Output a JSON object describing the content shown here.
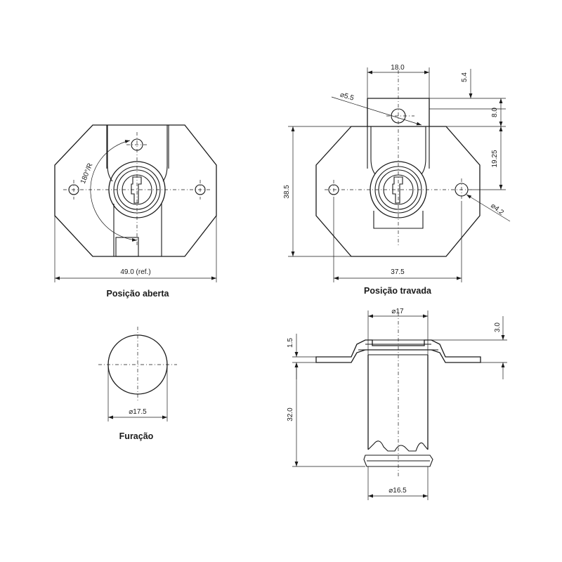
{
  "captions": {
    "open": "Posição aberta",
    "locked": "Posição travada",
    "drilling": "Furação"
  },
  "dimensions": {
    "open_width": "49.0 (ref.)",
    "rotation": "180°/R",
    "locked_top_width": "18.0",
    "locked_top_offset": "5.4",
    "locked_hole_dia": "⌀5.5",
    "locked_hole_pitch": "8.0",
    "locked_key_offset": "19.25",
    "locked_height": "38.5",
    "locked_screw_dia": "⌀4.2",
    "locked_screw_span": "37.5",
    "drill_dia": "⌀17.5",
    "side_top_dia": "⌀17",
    "side_flange_thk": "3.0",
    "side_plate_thk": "1.5",
    "side_body_len": "32.0",
    "side_bottom_dia": "⌀16.5"
  }
}
